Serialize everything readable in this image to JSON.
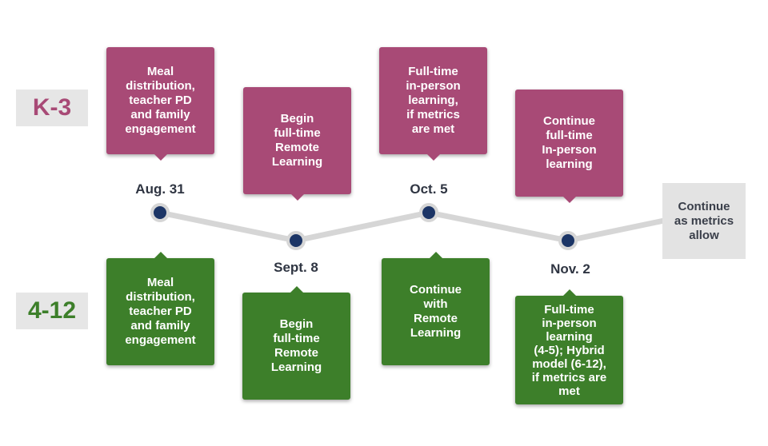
{
  "colors": {
    "k3": "#a84a76",
    "g412": "#3d7f2a",
    "line": "#d6d6d6",
    "dot": "#1c3566",
    "final_bg": "#e3e3e3"
  },
  "rows": {
    "top_label": "K-3",
    "bottom_label": "4-12"
  },
  "milestones": [
    {
      "date": "Aug. 31",
      "k3_text": "Meal\ndistribution,\nteacher PD\nand family\nengagement",
      "g412_text": "Meal\ndistribution,\nteacher PD\nand family\nengagement"
    },
    {
      "date": "Sept. 8",
      "k3_text": "Begin\nfull-time\nRemote\nLearning",
      "g412_text": "Begin\nfull-time\nRemote\nLearning"
    },
    {
      "date": "Oct. 5",
      "k3_text": "Full-time\nin-person\nlearning,\nif metrics\nare met",
      "g412_text": "Continue\nwith\nRemote\nLearning"
    },
    {
      "date": "Nov. 2",
      "k3_text": "Continue\nfull-time\nIn-person\nlearning",
      "g412_text": "Full-time\nin-person\nlearning\n(4-5); Hybrid\nmodel (6-12),\nif metrics are\nmet"
    }
  ],
  "final_box": {
    "text": "Continue\nas metrics\nallow"
  }
}
